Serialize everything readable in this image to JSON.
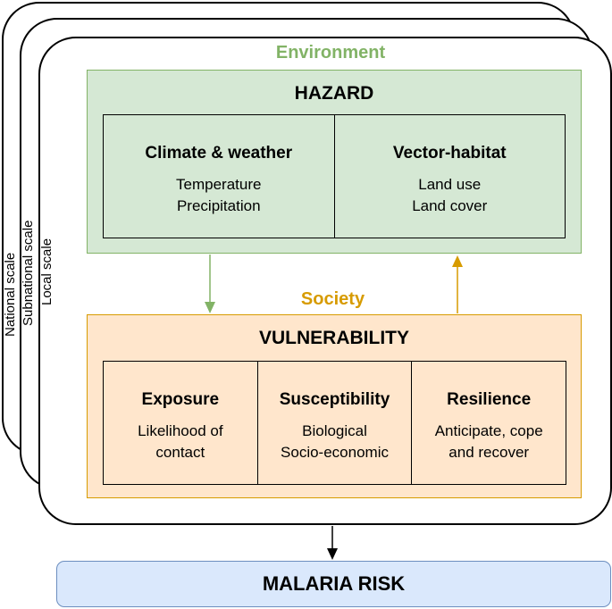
{
  "scales": {
    "national": "National scale",
    "subnational": "Subnational scale",
    "local": "Local scale"
  },
  "environment": {
    "title": "Environment",
    "hazard": {
      "title": "HAZARD",
      "cells": [
        {
          "title": "Climate & weather",
          "lines": [
            "Temperature",
            "Precipitation"
          ]
        },
        {
          "title": "Vector-habitat",
          "lines": [
            "Land use",
            "Land cover"
          ]
        }
      ]
    }
  },
  "society": {
    "title": "Society",
    "vulnerability": {
      "title": "VULNERABILITY",
      "cells": [
        {
          "title": "Exposure",
          "lines": [
            "Likelihood of",
            "contact"
          ]
        },
        {
          "title": "Susceptibility",
          "lines": [
            "Biological",
            "Socio-economic"
          ]
        },
        {
          "title": "Resilience",
          "lines": [
            "Anticipate, cope",
            "and recover"
          ]
        }
      ]
    }
  },
  "outcome": {
    "title": "MALARIA RISK"
  },
  "colors": {
    "environment": "#82b366",
    "environment_fill": "#d5e8d4",
    "society": "#d79b00",
    "society_fill": "#ffe6cc",
    "risk_fill": "#dae8fc",
    "risk_border": "#6c8ebf"
  }
}
